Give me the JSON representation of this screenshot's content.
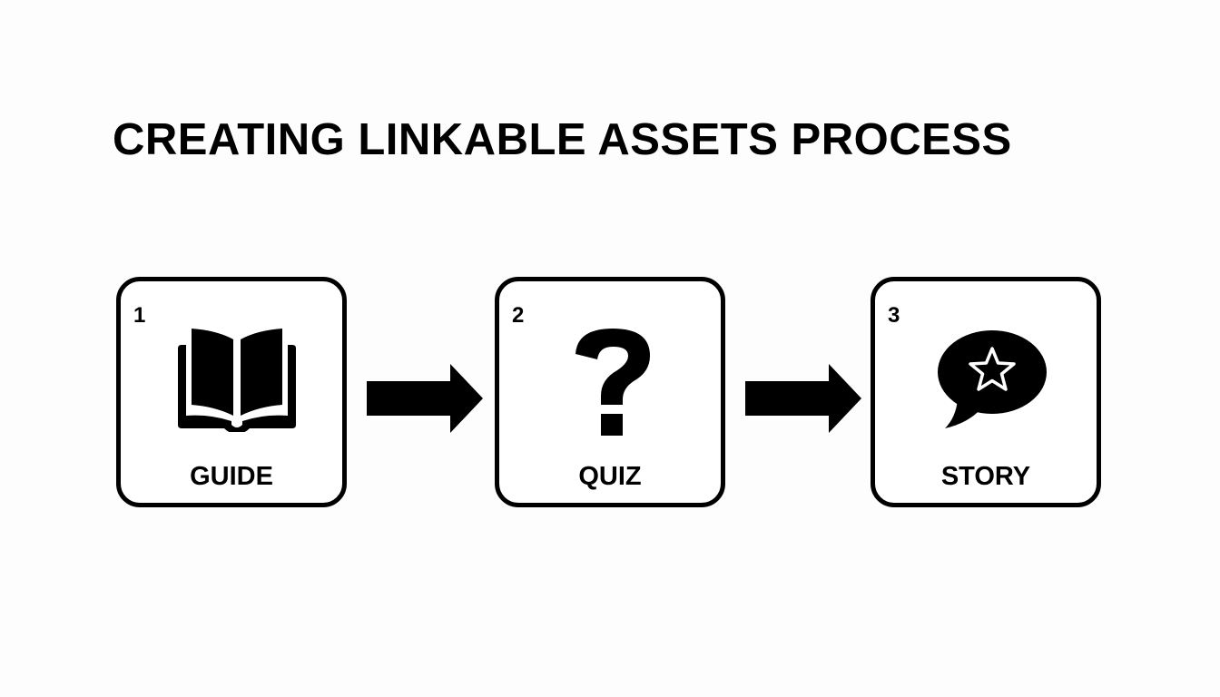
{
  "title": "CREATING LINKABLE ASSETS PROCESS",
  "steps": [
    {
      "number": "1",
      "label": "GUIDE",
      "icon": "open-book-icon"
    },
    {
      "number": "2",
      "label": "QUIZ",
      "icon": "question-mark-icon"
    },
    {
      "number": "3",
      "label": "STORY",
      "icon": "speech-bubble-star-icon"
    }
  ],
  "connectors": [
    {
      "from": "1",
      "to": "2",
      "icon": "right-arrow-icon"
    },
    {
      "from": "2",
      "to": "3",
      "icon": "right-arrow-icon"
    }
  ],
  "colors": {
    "foreground": "#000000",
    "background": "#fdfdfd"
  }
}
